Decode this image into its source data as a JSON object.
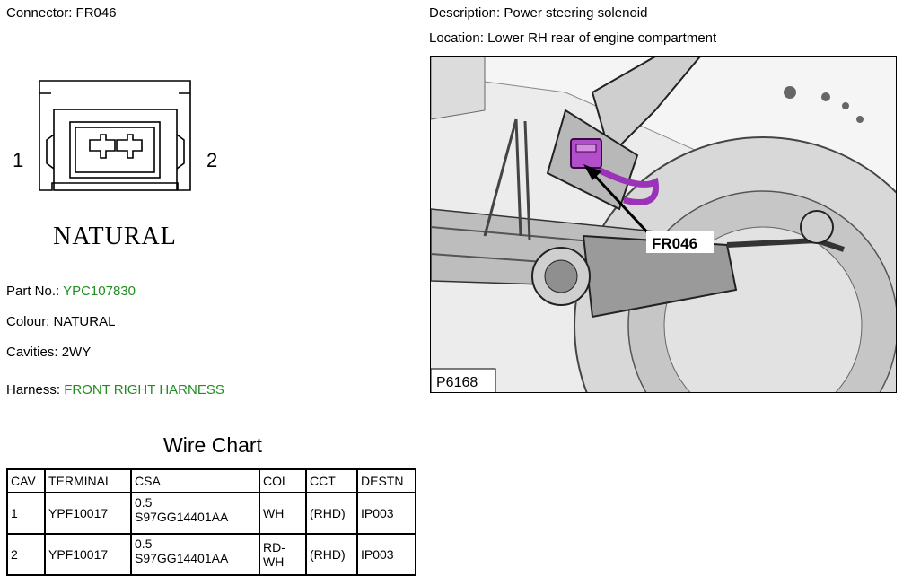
{
  "connector": {
    "label": "Connector:",
    "value": "FR046"
  },
  "description": {
    "label": "Description:",
    "value": "Power steering solenoid"
  },
  "location": {
    "label": "Location:",
    "value": "Lower RH rear of engine compartment"
  },
  "diagram": {
    "pin_left": "1",
    "pin_right": "2",
    "colour_text": "NATURAL"
  },
  "photo": {
    "callout": "FR046",
    "ref": "P6168"
  },
  "part_no": {
    "label": "Part No.:",
    "value": "YPC107830"
  },
  "colour": {
    "label": "Colour:",
    "value": "NATURAL"
  },
  "cavities": {
    "label": "Cavities:",
    "value": "2WY"
  },
  "harness": {
    "label": "Harness:",
    "value": "FRONT RIGHT HARNESS"
  },
  "wire_chart": {
    "title": "Wire Chart",
    "headers": [
      "CAV",
      "TERMINAL",
      "CSA",
      "COL",
      "CCT",
      "DESTN"
    ],
    "rows": [
      {
        "cav": "1",
        "terminal": "YPF10017",
        "csa_size": "0.5",
        "csa_code": "S97GG14401AA",
        "col": "WH",
        "cct": "(RHD)",
        "destn": "IP003"
      },
      {
        "cav": "2",
        "terminal": "YPF10017",
        "csa_size": "0.5",
        "csa_code": "S97GG14401AA",
        "col": "RD-\nWH",
        "cct": "(RHD)",
        "destn": "IP003"
      }
    ]
  },
  "colors": {
    "green_text": "#1f8f1f",
    "connector_purple": "#b24ec9"
  }
}
